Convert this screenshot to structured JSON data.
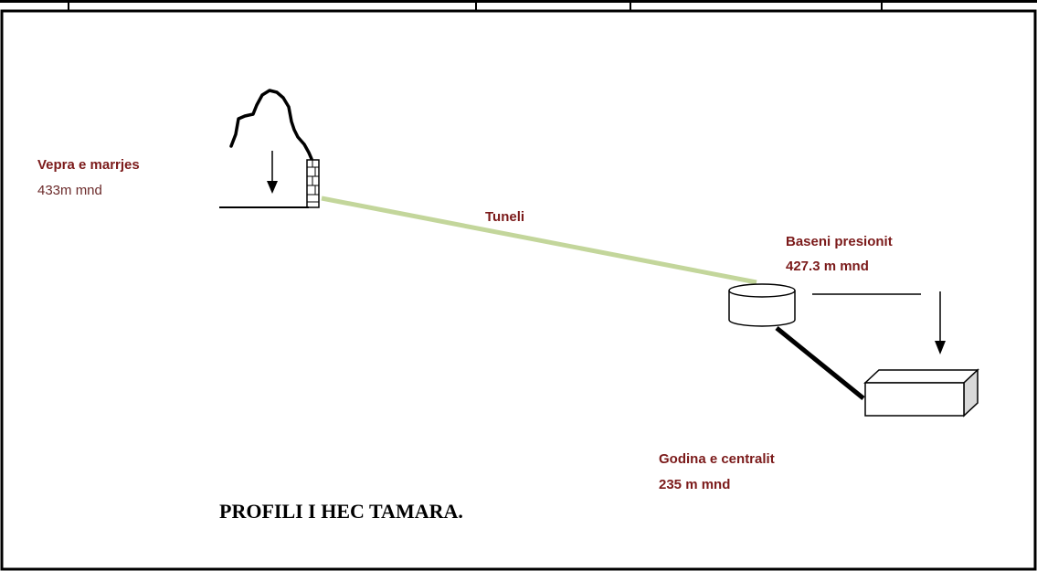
{
  "diagram": {
    "title": "PROFILI I HEC TAMARA.",
    "intake": {
      "name": "Vepra e marrjes",
      "elevation": "433m mnd"
    },
    "tunnel": {
      "name": "Tuneli"
    },
    "pressure_basin": {
      "name": "Baseni presionit",
      "elevation": "427.3 m mnd"
    },
    "powerhouse": {
      "name": "Godina e centralit",
      "elevation": "235 m mnd"
    }
  },
  "colors": {
    "label": "#7b1a1a",
    "tunnel": "#c3d69b",
    "line": "#000000"
  }
}
